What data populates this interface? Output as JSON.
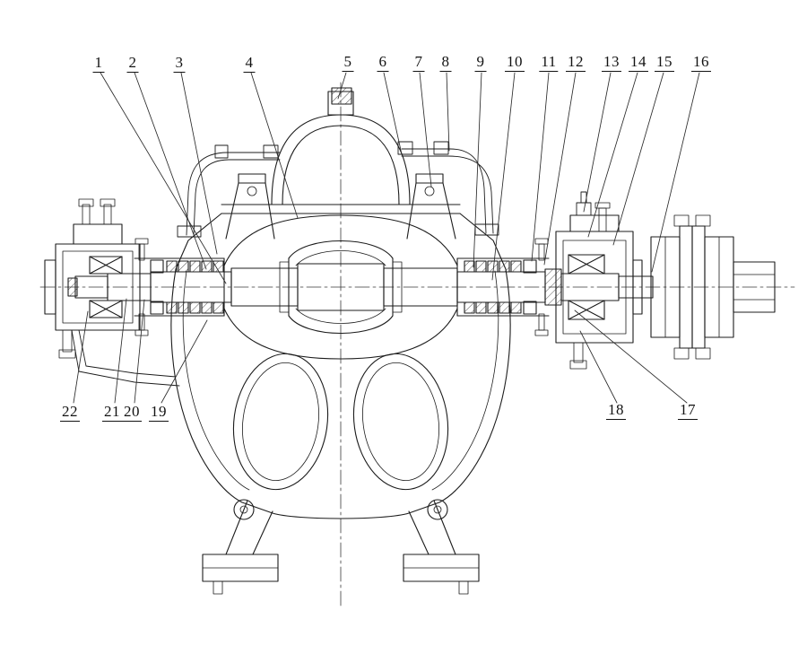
{
  "page": {
    "background": "#ffffff"
  },
  "drawing": {
    "kind": "engineering sectional line drawing",
    "subject": "double-suction centrifugal pump cross-section with numbered part callouts",
    "ink_color": "#1c1c1c",
    "centerline_color": "#3a3a3a"
  },
  "callouts": [
    {
      "label": "1"
    },
    {
      "label": "2"
    },
    {
      "label": "3"
    },
    {
      "label": "4"
    },
    {
      "label": "5"
    },
    {
      "label": "6"
    },
    {
      "label": "7"
    },
    {
      "label": "8"
    },
    {
      "label": "9"
    },
    {
      "label": "10"
    },
    {
      "label": "11"
    },
    {
      "label": "12"
    },
    {
      "label": "13"
    },
    {
      "label": "14"
    },
    {
      "label": "15"
    },
    {
      "label": "16"
    },
    {
      "label": "17"
    },
    {
      "label": "18"
    },
    {
      "label": "19"
    },
    {
      "label": "20"
    },
    {
      "label": "21"
    },
    {
      "label": "22"
    }
  ]
}
